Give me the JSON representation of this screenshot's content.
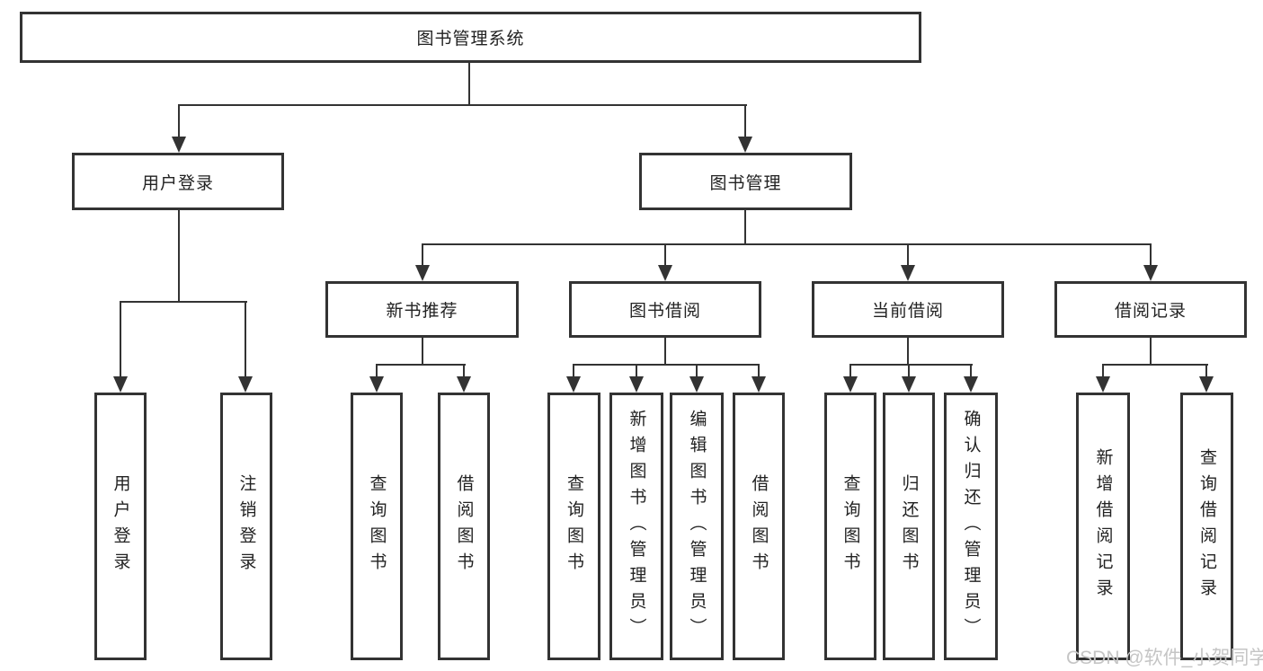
{
  "tree": {
    "label": "图书管理系统",
    "children": [
      {
        "label": "用户登录",
        "children": [
          {
            "label": "用户登录"
          },
          {
            "label": "注销登录"
          }
        ]
      },
      {
        "label": "图书管理",
        "children": [
          {
            "label": "新书推荐",
            "children": [
              {
                "label": "查询图书"
              },
              {
                "label": "借阅图书"
              }
            ]
          },
          {
            "label": "图书借阅",
            "children": [
              {
                "label": "查询图书"
              },
              {
                "label": "新增图书（管理员）"
              },
              {
                "label": "编辑图书（管理员）"
              },
              {
                "label": "借阅图书"
              }
            ]
          },
          {
            "label": "当前借阅",
            "children": [
              {
                "label": "查询图书"
              },
              {
                "label": "归还图书"
              },
              {
                "label": "确认归还（管理员）"
              }
            ]
          },
          {
            "label": "借阅记录",
            "children": [
              {
                "label": "新增借阅记录"
              },
              {
                "label": "查询借阅记录"
              }
            ]
          }
        ]
      }
    ]
  },
  "watermark": "CSDN @软件_小贺同学",
  "colors": {
    "line": "#333333",
    "box_border": "#333333",
    "text": "#222222",
    "watermark": "#c5c5c5",
    "background": "#ffffff"
  }
}
